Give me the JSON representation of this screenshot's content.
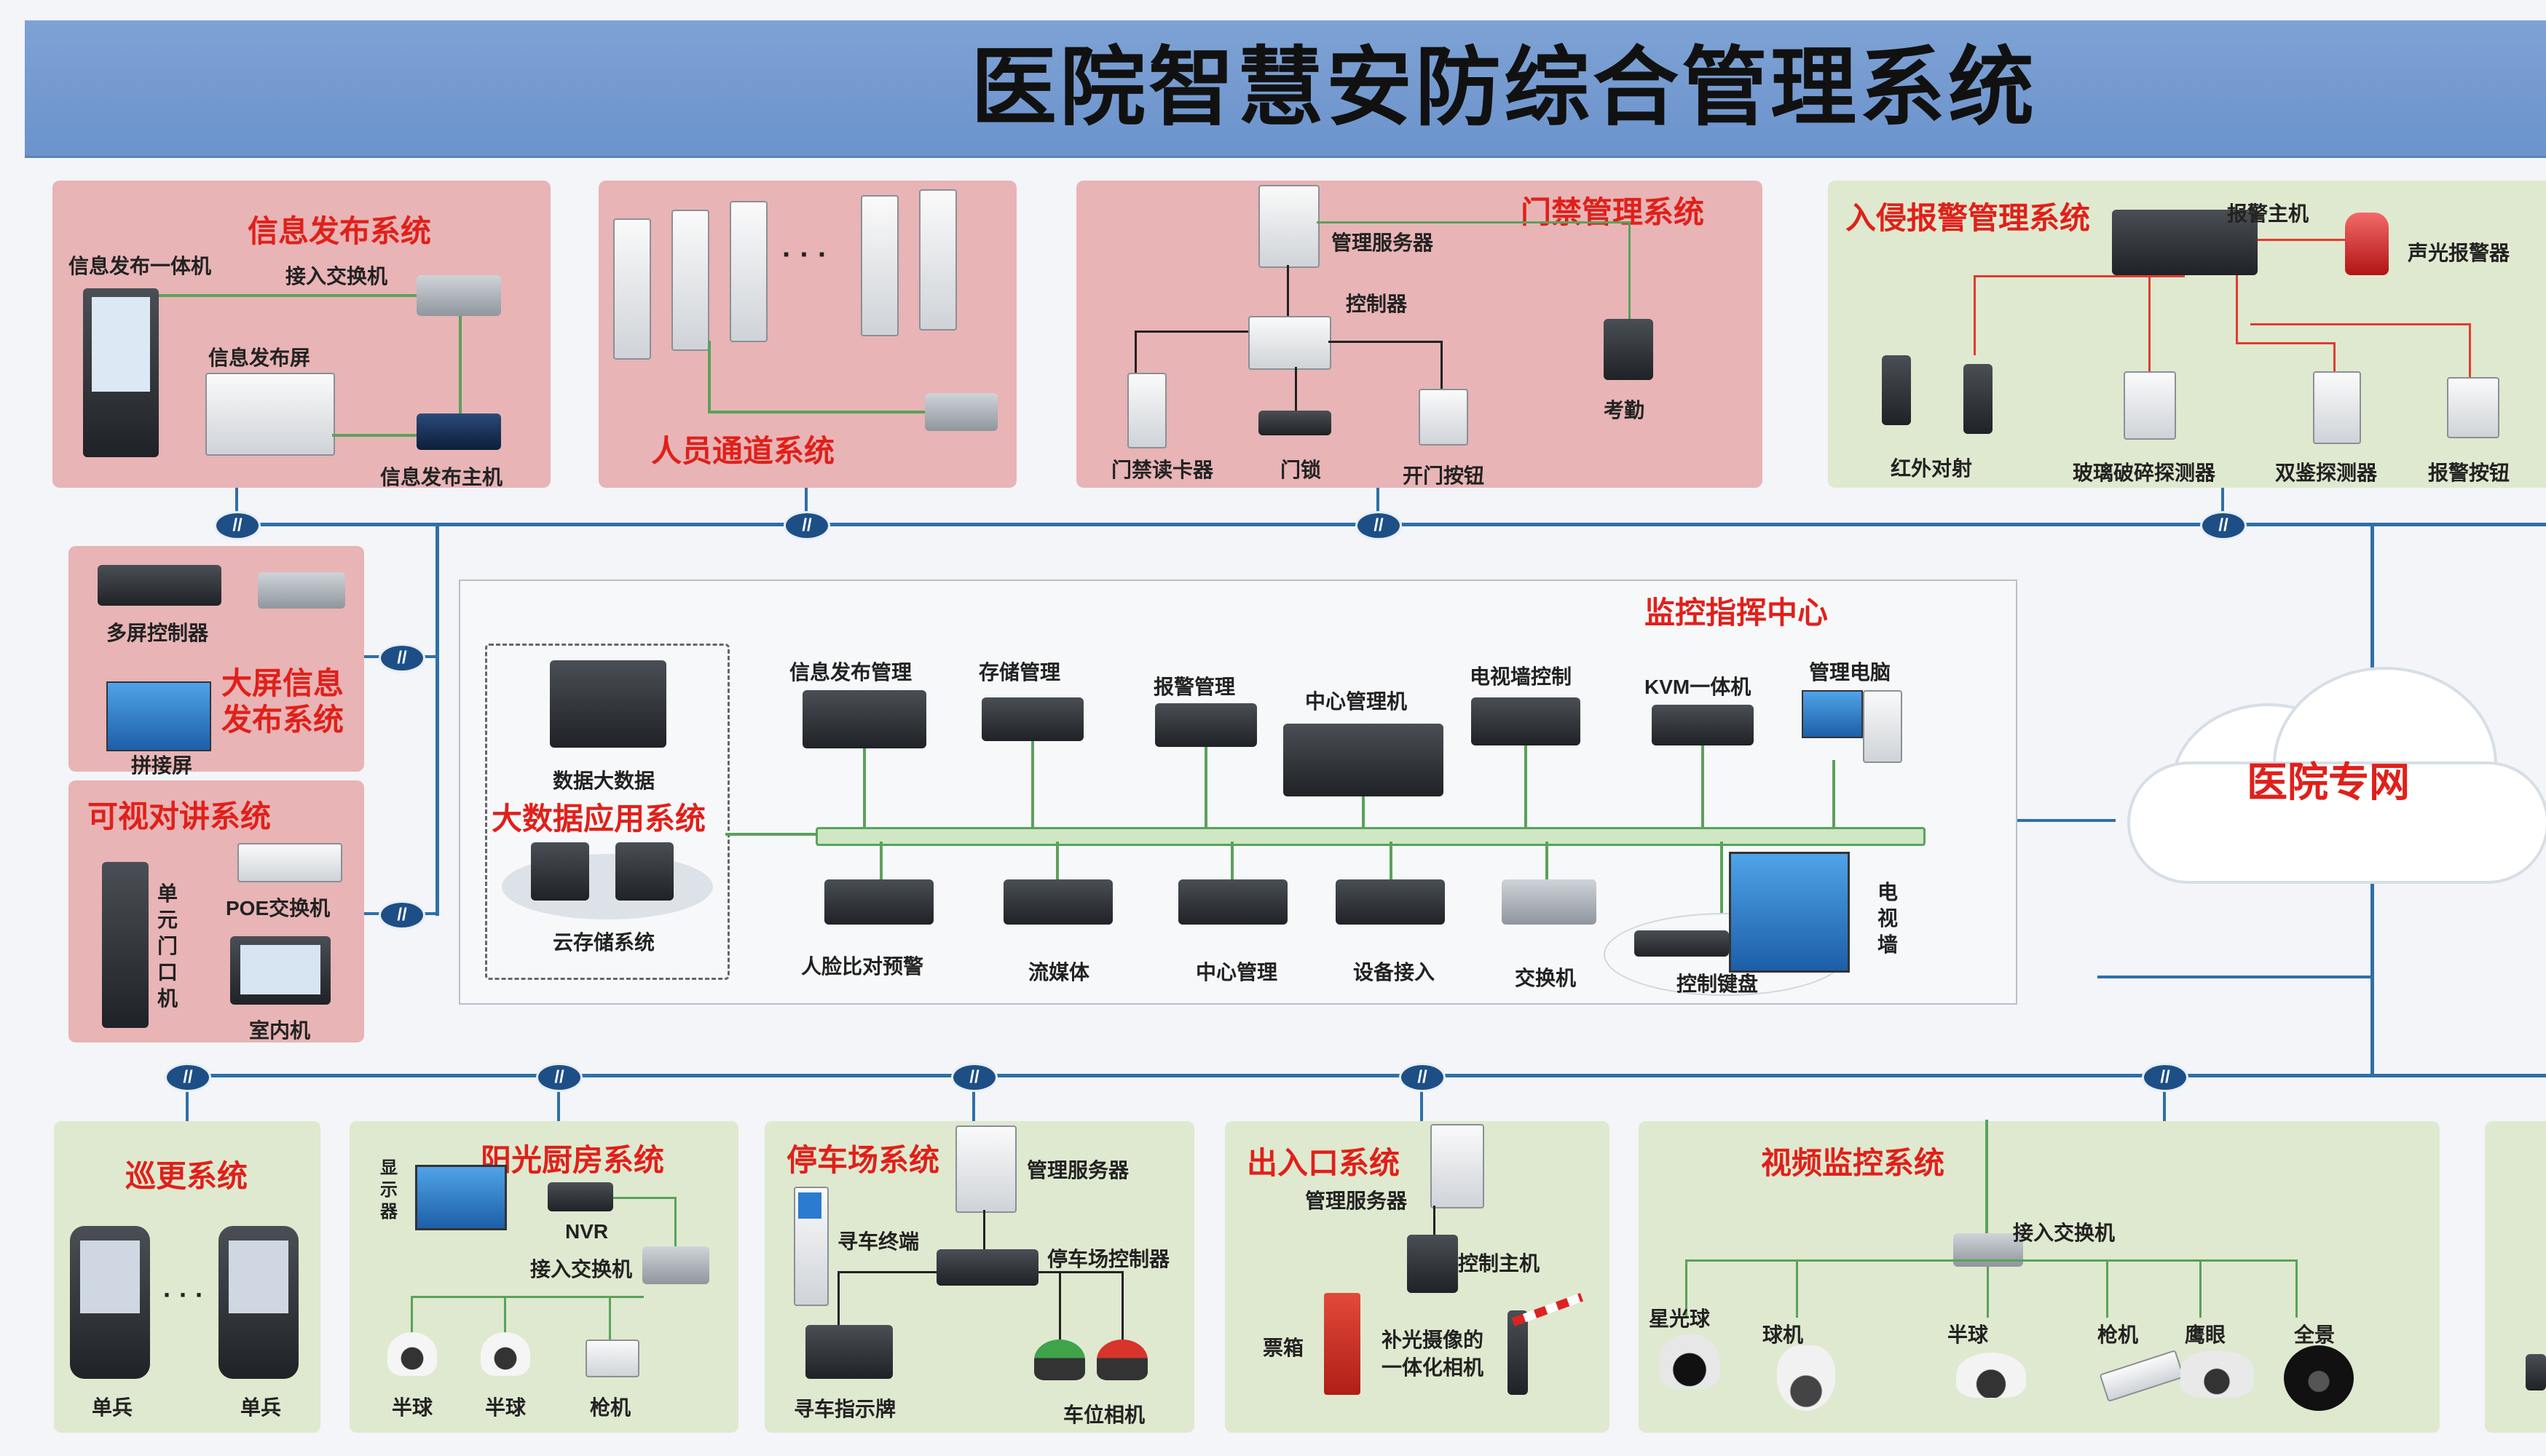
{
  "title": "医院智慧安防综合管理系统",
  "network_cloud": "医院专网",
  "node_symbol": "//",
  "info_release": {
    "title": "信息发布系统",
    "labels": [
      "信息发布一体机",
      "接入交换机",
      "信息发布屏",
      "信息发布主机"
    ]
  },
  "personnel_channel": {
    "title": "人员通道系统",
    "ellipsis": "· · ·"
  },
  "access_control": {
    "title": "门禁管理系统",
    "labels": [
      "管理服务器",
      "控制器",
      "考勤",
      "门禁读卡器",
      "门锁",
      "开门按钮"
    ]
  },
  "intrusion_alarm": {
    "title": "入侵报警管理系统",
    "labels": [
      "报警主机",
      "声光报警器",
      "红外对射",
      "玻璃破碎探测器",
      "双鉴探测器",
      "报警按钮"
    ]
  },
  "big_screen": {
    "title": "大屏信息发布系统",
    "labels": [
      "多屏控制器",
      "拼接屏"
    ]
  },
  "video_intercom": {
    "title": "可视对讲系统",
    "labels": [
      "单元门口机",
      "POE交换机",
      "室内机"
    ]
  },
  "monitor_center": {
    "title": "监控指挥中心",
    "bigdata": {
      "title": "大数据应用系统",
      "labels": [
        "数据大数据",
        "云存储系统"
      ]
    },
    "top_labels": [
      "信息发布管理",
      "存储管理",
      "报警管理",
      "中心管理机",
      "电视墙控制",
      "KVM一体机",
      "管理电脑"
    ],
    "bottom_labels": [
      "人脸比对预警",
      "流媒体",
      "中心管理",
      "设备接入",
      "交换机",
      "控制键盘",
      "电视墙"
    ]
  },
  "patrol": {
    "title": "巡更系统",
    "labels": [
      "单兵",
      "单兵"
    ],
    "ellipsis": "· · ·"
  },
  "sunshine_kitchen": {
    "title": "阳光厨房系统",
    "labels": [
      "显示器",
      "NVR",
      "接入交换机",
      "半球",
      "半球",
      "枪机"
    ]
  },
  "parking": {
    "title": "停车场系统",
    "labels": [
      "管理服务器",
      "寻车终端",
      "停车场控制器",
      "寻车指示牌",
      "车位相机"
    ]
  },
  "entrance_exit": {
    "title": "出入口系统",
    "labels": [
      "管理服务器",
      "控制主机",
      "票箱",
      "补光摄像的一体化相机"
    ]
  },
  "video_surveillance": {
    "title": "视频监控系统",
    "labels": [
      "接入交换机",
      "星光球",
      "球机",
      "半球",
      "枪机",
      "鹰眼",
      "全景"
    ]
  }
}
